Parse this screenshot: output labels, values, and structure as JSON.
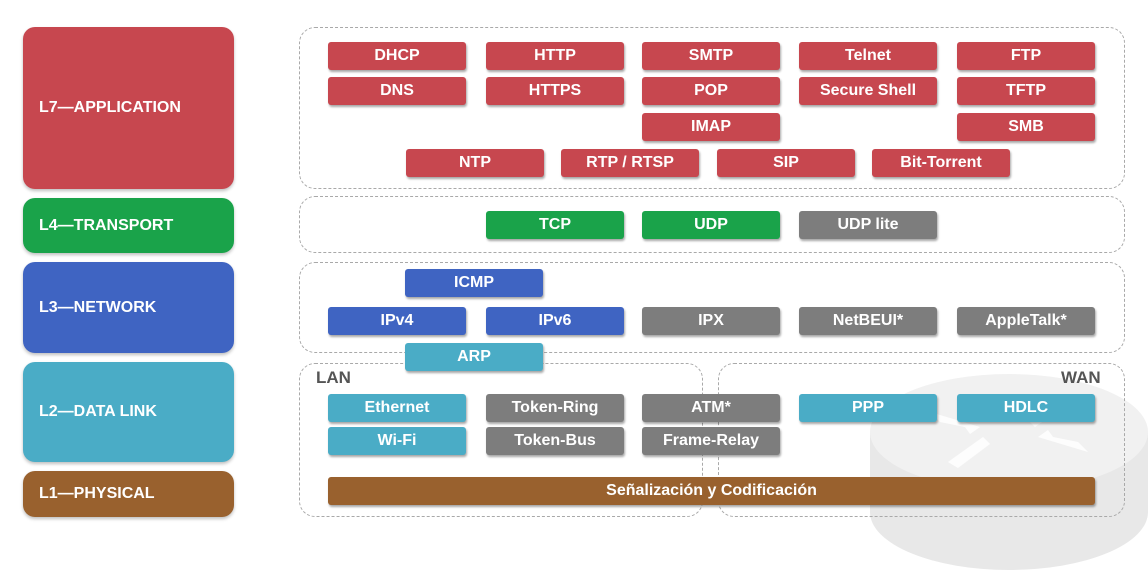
{
  "layers": {
    "l7": "L7—APPLICATION",
    "l4": "L4—TRANSPORT",
    "l3": "L3—NETWORK",
    "l2": "L2—DATA LINK",
    "l1": "L1—PHYSICAL"
  },
  "colors": {
    "application": "#c7474f",
    "transport": "#1aa34a",
    "network": "#3f64c2",
    "datalink": "#4aacc6",
    "physical": "#99612e",
    "legacy": "#7d7d7d"
  },
  "application": {
    "dhcp": "DHCP",
    "http": "HTTP",
    "smtp": "SMTP",
    "telnet": "Telnet",
    "ftp": "FTP",
    "dns": "DNS",
    "https": "HTTPS",
    "pop": "POP",
    "ssh": "Secure Shell",
    "tftp": "TFTP",
    "imap": "IMAP",
    "smb": "SMB",
    "ntp": "NTP",
    "rtp": "RTP / RTSP",
    "sip": "SIP",
    "bittorrent": "Bit-Torrent"
  },
  "transport": {
    "tcp": "TCP",
    "udp": "UDP",
    "udplite": "UDP lite"
  },
  "network": {
    "icmp": "ICMP",
    "ipv4": "IPv4",
    "ipv6": "IPv6",
    "ipx": "IPX",
    "netbeui": "NetBEUI*",
    "appletalk": "AppleTalk*"
  },
  "datalink": {
    "arp": "ARP",
    "lan_label": "LAN",
    "wan_label": "WAN",
    "ethernet": "Ethernet",
    "tokenring": "Token-Ring",
    "atm": "ATM*",
    "ppp": "PPP",
    "hdlc": "HDLC",
    "wifi": "Wi-Fi",
    "tokenbus": "Token-Bus",
    "framerelay": "Frame-Relay"
  },
  "physical": {
    "signaling": "Señalización y Codificación"
  }
}
